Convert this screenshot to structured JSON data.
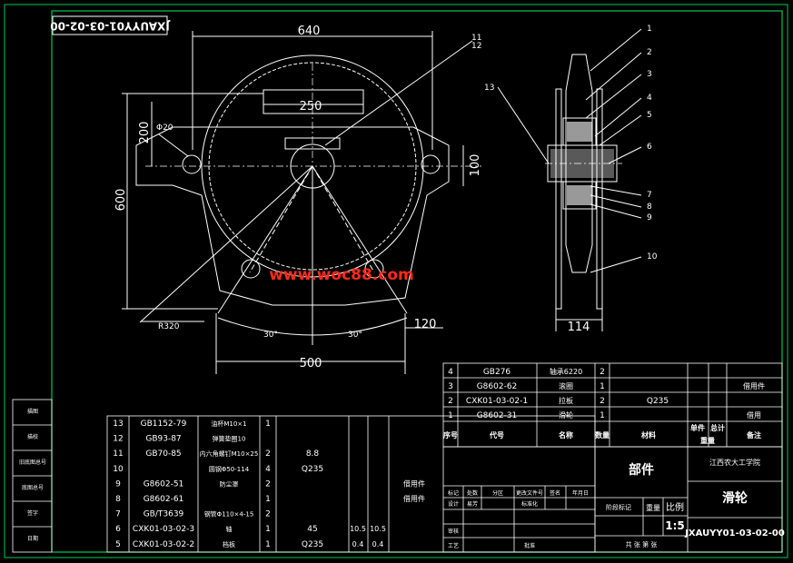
{
  "drawing_number_stamp": "JXAUYY01-03-02-00",
  "watermark": "www.woc88.com",
  "colors": {
    "background": "#000000",
    "lines": "#ffffff",
    "border": "#00c853",
    "accent_green": "#7cff5a",
    "watermark": "#ff2a1a"
  },
  "dimensions": {
    "d640": "640",
    "d250": "250",
    "d200": "200",
    "d600": "600",
    "d100": "100",
    "d120": "120",
    "d500": "500",
    "d114": "114",
    "r320": "R320",
    "phi20": "Φ20",
    "ang30a": "30°",
    "ang30b": "30°",
    "n11": "11",
    "n12": "12"
  },
  "leaders": [
    "1",
    "2",
    "3",
    "4",
    "5",
    "6",
    "7",
    "8",
    "9",
    "10",
    "13"
  ],
  "parts_right": [
    {
      "no": "4",
      "code": "GB276",
      "name": "轴承6220",
      "qty": "2",
      "mat": "",
      "note": ""
    },
    {
      "no": "3",
      "code": "G8602-62",
      "name": "滚圈",
      "qty": "1",
      "mat": "",
      "note": "借用件"
    },
    {
      "no": "2",
      "code": "CXK01-03-02-1",
      "name": "拉板",
      "qty": "2",
      "mat": "Q235",
      "note": ""
    },
    {
      "no": "1",
      "code": "G8602-31",
      "name": "滑轮",
      "qty": "1",
      "mat": "",
      "note": "借用"
    }
  ],
  "header_row": {
    "no": "序号",
    "code": "代号",
    "name": "名称",
    "qty": "数量",
    "mat": "材料",
    "unit": "单件",
    "total": "总计",
    "weight": "重量",
    "note": "备注"
  },
  "parts_left": [
    {
      "no": "13",
      "code": "GB1152-79",
      "name": "油杯M10×1",
      "qty": "1",
      "mat": "",
      "w1": "",
      "w2": "",
      "note": ""
    },
    {
      "no": "12",
      "code": "GB93-87",
      "name": "弹簧垫圈10",
      "qty": "",
      "mat": "",
      "w1": "",
      "w2": "",
      "note": ""
    },
    {
      "no": "11",
      "code": "GB70-85",
      "name": "内六角螺钉M10×25",
      "qty": "2",
      "mat": "8.8",
      "w1": "",
      "w2": "",
      "note": ""
    },
    {
      "no": "10",
      "code": "",
      "name": "圆钢Φ50-114",
      "qty": "4",
      "mat": "Q235",
      "w1": "",
      "w2": "",
      "note": ""
    },
    {
      "no": "9",
      "code": "G8602-51",
      "name": "防尘罩",
      "qty": "2",
      "mat": "",
      "w1": "",
      "w2": "",
      "note": "借用件"
    },
    {
      "no": "8",
      "code": "G8602-61",
      "name": "",
      "qty": "1",
      "mat": "",
      "w1": "",
      "w2": "",
      "note": "借用件"
    },
    {
      "no": "7",
      "code": "GB/T3639",
      "name": "钢管Φ110×4-15",
      "qty": "2",
      "mat": "",
      "w1": "",
      "w2": "",
      "note": ""
    },
    {
      "no": "6",
      "code": "CXK01-03-02-3",
      "name": "轴",
      "qty": "1",
      "mat": "45",
      "w1": "10.5",
      "w2": "10.5",
      "note": ""
    },
    {
      "no": "5",
      "code": "CXK01-03-02-2",
      "name": "档板",
      "qty": "1",
      "mat": "Q235",
      "w1": "0.4",
      "w2": "0.4",
      "note": ""
    }
  ],
  "side_labels": [
    "描图",
    "描校",
    "旧底图总号",
    "底图总号",
    "签字",
    "日期"
  ],
  "title_block": {
    "category": "部件",
    "school": "江西农大工学院",
    "part_name": "滑轮",
    "drawing_no": "JXAUYY01-03-02-00",
    "scale_label": "比例",
    "scale": "1:5",
    "weight_label": "重量",
    "stage_label": "阶段标记",
    "sheets": "共 张 第 张",
    "rev_labels": [
      "标记",
      "处数",
      "分区",
      "更改文件号",
      "签名",
      "年月日"
    ],
    "role_labels": [
      "设计",
      "标准化",
      "审核",
      "工艺",
      "批准"
    ],
    "designer": "易芳"
  }
}
